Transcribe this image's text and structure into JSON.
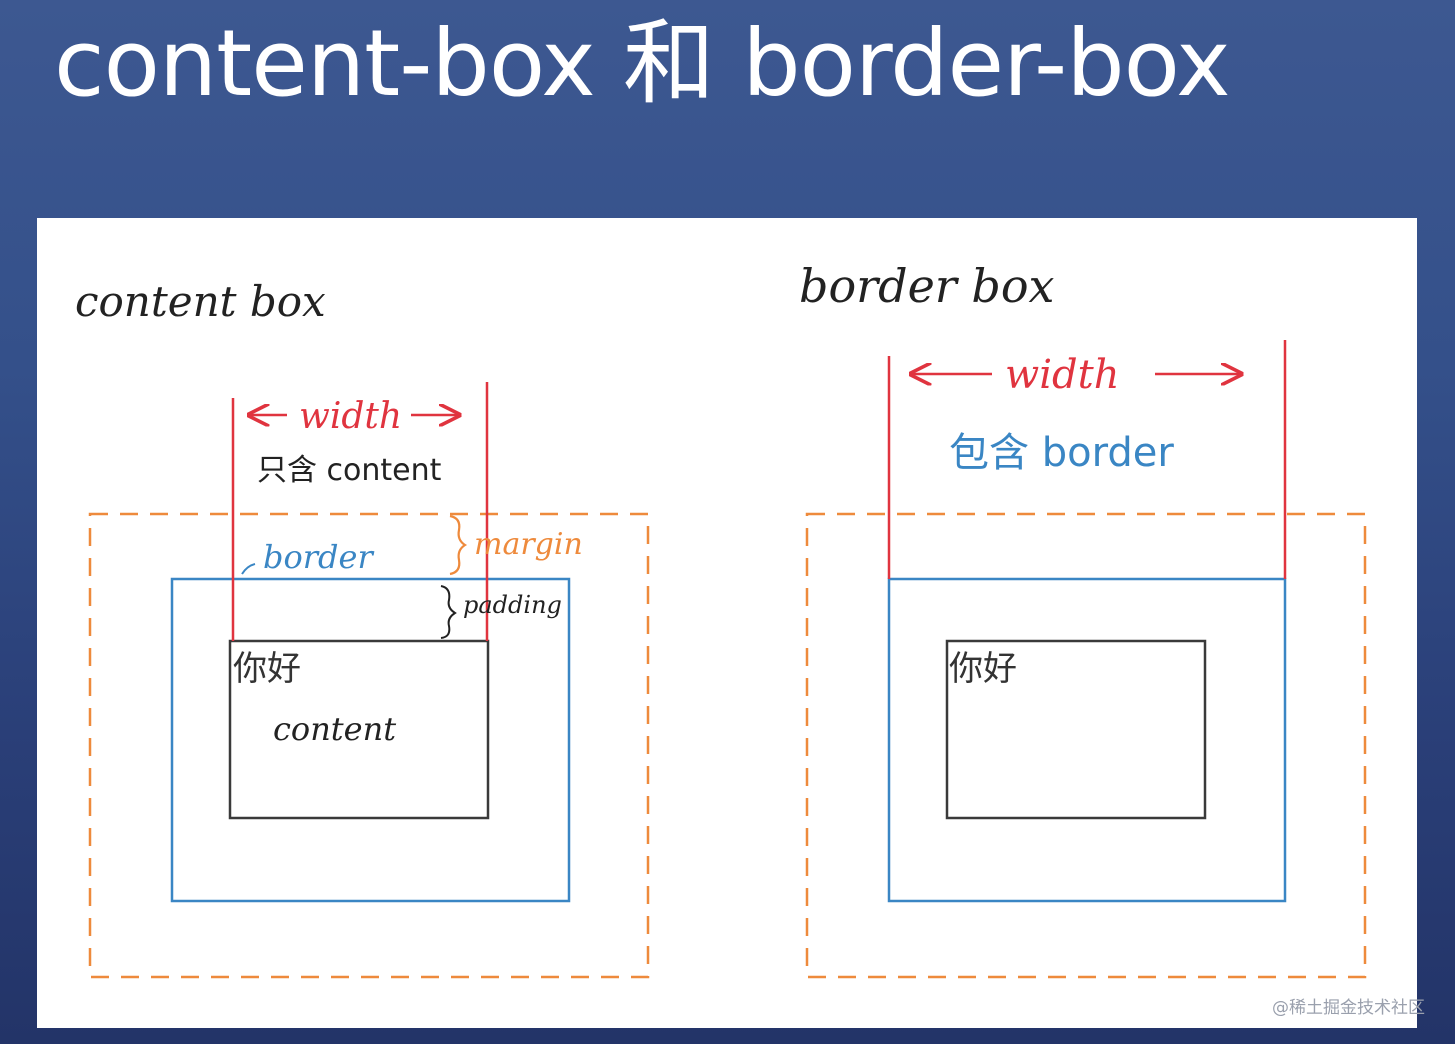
{
  "title": "content-box 和 border-box",
  "colors": {
    "width_red": "#e0343f",
    "border_blue": "#3a86c4",
    "margin_orange": "#ee8a3c",
    "content_black": "#3a3a3a"
  },
  "left_diagram": {
    "heading": "content box",
    "width_label": "width",
    "width_note": "只含 content",
    "border_label": "border",
    "margin_label": "margin",
    "padding_label": "padding",
    "content_text": "你好",
    "content_label": "content"
  },
  "right_diagram": {
    "heading": "border box",
    "width_label": "width",
    "width_note": "包含 border",
    "content_text": "你好"
  },
  "watermark": "@稀土掘金技术社区"
}
